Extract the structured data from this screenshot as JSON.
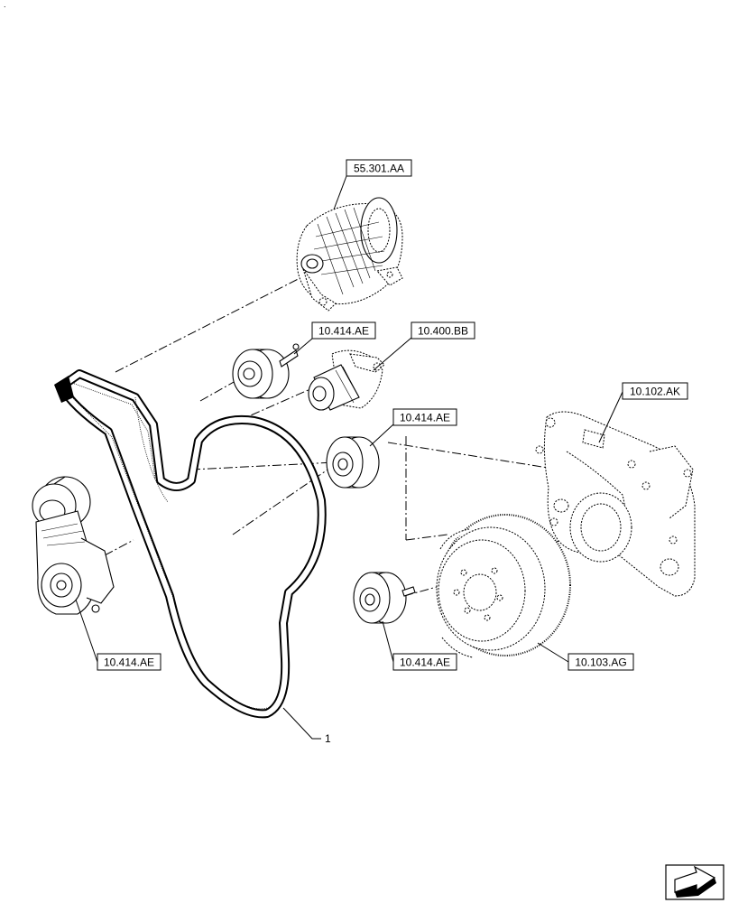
{
  "corner_mark": ".",
  "callouts": {
    "alternator": "55.301.AA",
    "idler_upper": "10.414.AE",
    "water_pump": "10.400.BB",
    "idler_middle": "10.414.AE",
    "front_cover": "10.102.AK",
    "tensioner": "10.414.AE",
    "idler_lower": "10.414.AE",
    "damper": "10.103.AG",
    "belt": "1"
  },
  "icons": {
    "nav_arrow": "next-page-arrow-icon"
  }
}
